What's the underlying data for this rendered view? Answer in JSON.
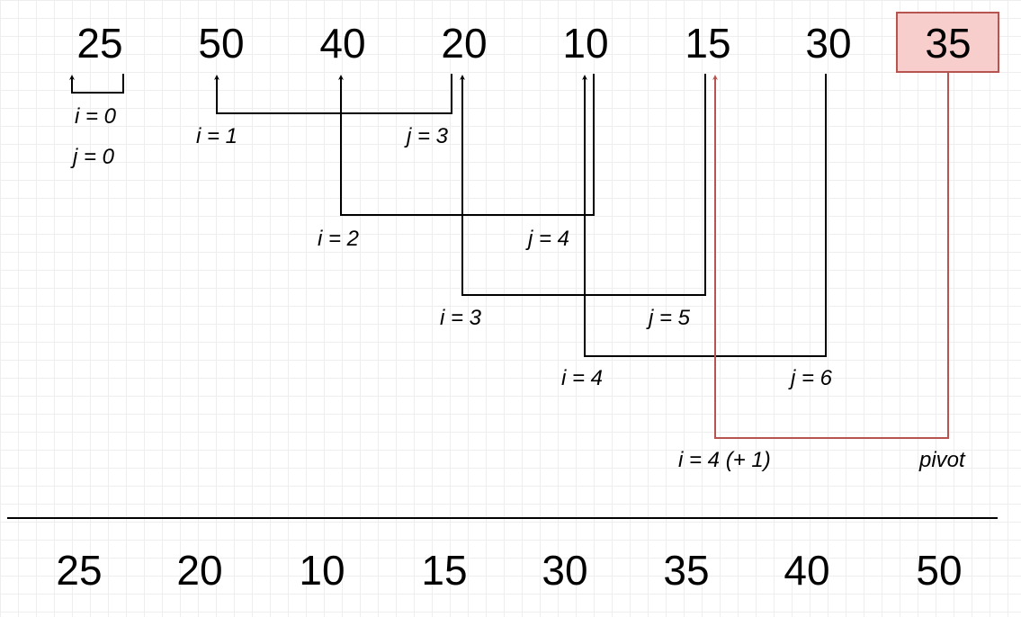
{
  "top_row": [
    "25",
    "50",
    "40",
    "20",
    "10",
    "15",
    "30",
    "35"
  ],
  "bottom_row": [
    "25",
    "20",
    "10",
    "15",
    "30",
    "35",
    "40",
    "50"
  ],
  "labels": {
    "i0": "i = 0",
    "j0": "j = 0",
    "i1": "i = 1",
    "j3": "j = 3",
    "i2": "i = 2",
    "j4": "j = 4",
    "i3": "i = 3",
    "j5": "j = 5",
    "i4": "i = 4",
    "j6": "j = 6",
    "i_final": "i = 4 (+ 1)",
    "pivot": "pivot"
  },
  "colors": {
    "pivot_fill": "#f8cecc",
    "pivot_stroke": "#b85450",
    "line": "#000000"
  }
}
